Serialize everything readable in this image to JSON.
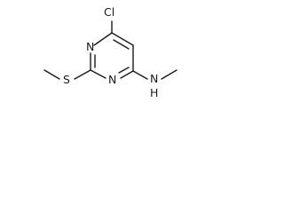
{
  "molecule": {
    "atoms": {
      "cl": "Cl",
      "n_top": "N",
      "n_bottom": "N",
      "s": "S",
      "nh": "N",
      "h": "H"
    },
    "colors": {
      "ink": "#1a1a1a",
      "background": "#ffffff"
    }
  }
}
